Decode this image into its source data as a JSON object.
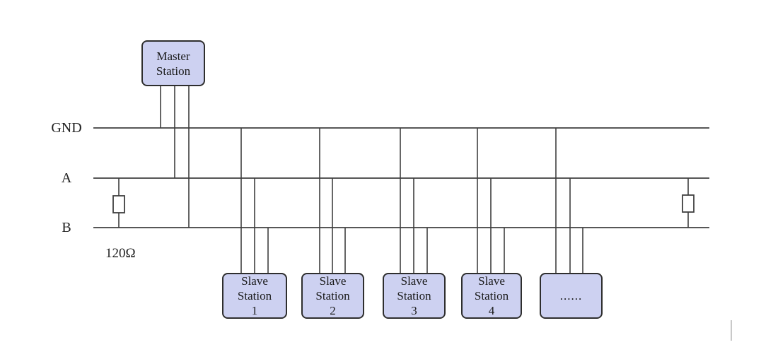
{
  "bus": {
    "labels": {
      "gnd": "GND",
      "a": "A",
      "b": "B"
    },
    "termination_resistance": "120Ω"
  },
  "master_station": {
    "line1": "Master",
    "line2": "Station"
  },
  "slave_stations": [
    {
      "line1": "Slave",
      "line2": "Station",
      "line3": "1"
    },
    {
      "line1": "Slave",
      "line2": "Station",
      "line3": "2"
    },
    {
      "line1": "Slave",
      "line2": "Station",
      "line3": "3"
    },
    {
      "line1": "Slave",
      "line2": "Station",
      "line3": "4"
    },
    {
      "line1": "......"
    }
  ],
  "colors": {
    "box_fill": "#cdd1f1",
    "box_border": "#2e2e2e",
    "wire": "#3f3f3f"
  }
}
